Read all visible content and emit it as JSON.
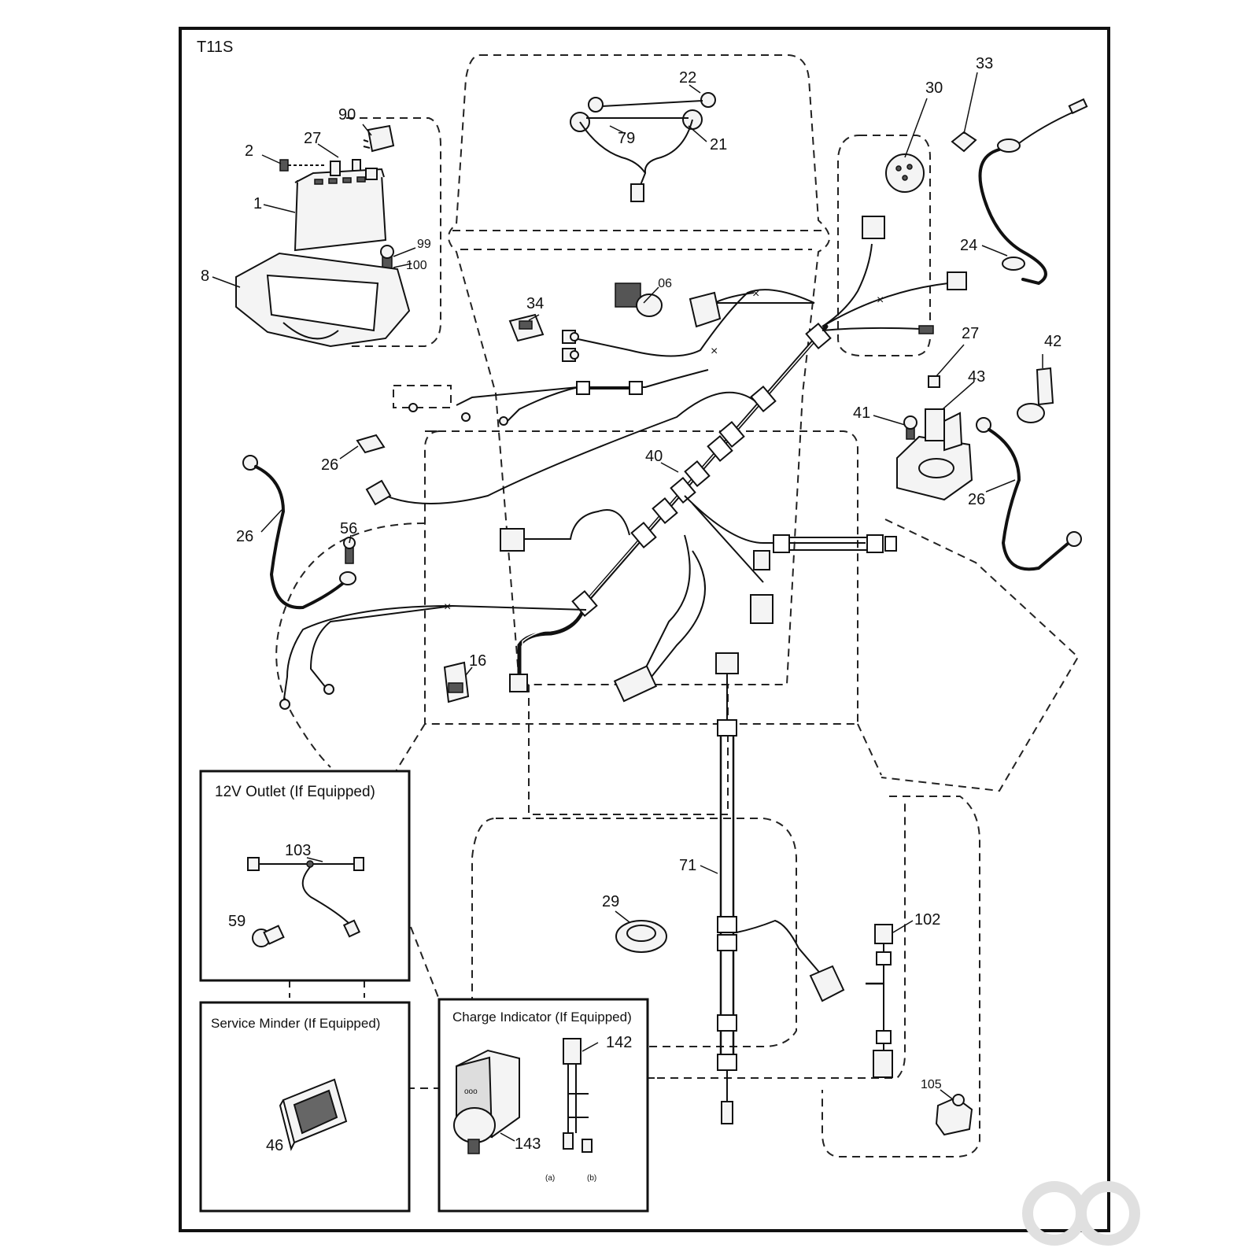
{
  "diagram_code": "T11S",
  "callouts": [
    {
      "id": "c1",
      "text": "1"
    },
    {
      "id": "c2",
      "text": "2"
    },
    {
      "id": "c8",
      "text": "8"
    },
    {
      "id": "c16",
      "text": "16"
    },
    {
      "id": "c21",
      "text": "21"
    },
    {
      "id": "c22",
      "text": "22"
    },
    {
      "id": "c24",
      "text": "24"
    },
    {
      "id": "c26a",
      "text": "26"
    },
    {
      "id": "c26b",
      "text": "26"
    },
    {
      "id": "c26c",
      "text": "26"
    },
    {
      "id": "c27a",
      "text": "27"
    },
    {
      "id": "c27b",
      "text": "27"
    },
    {
      "id": "c29",
      "text": "29"
    },
    {
      "id": "c30",
      "text": "30"
    },
    {
      "id": "c33",
      "text": "33"
    },
    {
      "id": "c34",
      "text": "34"
    },
    {
      "id": "c40",
      "text": "40"
    },
    {
      "id": "c41",
      "text": "41"
    },
    {
      "id": "c42",
      "text": "42"
    },
    {
      "id": "c43",
      "text": "43"
    },
    {
      "id": "c56",
      "text": "56"
    },
    {
      "id": "c71",
      "text": "71"
    },
    {
      "id": "c79",
      "text": "79"
    },
    {
      "id": "c90",
      "text": "90"
    },
    {
      "id": "c99",
      "text": "99"
    },
    {
      "id": "c100",
      "text": "100"
    },
    {
      "id": "c102",
      "text": "102"
    },
    {
      "id": "c105",
      "text": "105"
    },
    {
      "id": "c90b",
      "text": "90"
    }
  ],
  "insets": {
    "outlet": {
      "title": "12V Outlet (If Equipped)",
      "callouts": [
        "103",
        "59"
      ]
    },
    "service": {
      "title": "Service Minder (If Equipped)",
      "callouts": [
        "46"
      ]
    },
    "charge": {
      "title": "Charge Indicator (If Equipped)",
      "callouts": [
        "142",
        "143"
      ],
      "terminals": [
        "(a)",
        "(b)"
      ]
    }
  }
}
